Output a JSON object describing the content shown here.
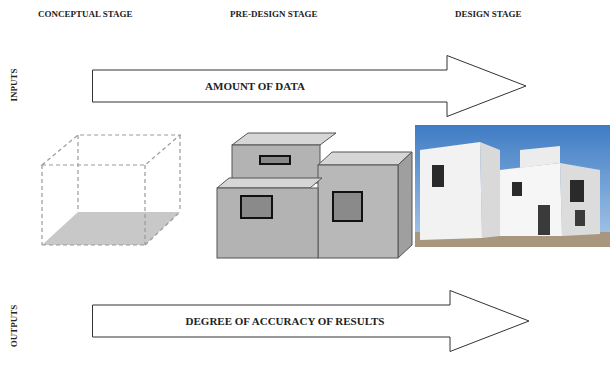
{
  "diagram": {
    "nodes": [
      {
        "text": [
          "AMOUNT OF DATA"
        ]
      },
      {
        "text": [
          "DEGREE OF ACCURACY OF RESULTS"
        ]
      }
    ],
    "labels": [
      "CONCEPTUAL STAGE",
      "PRE-DESIGN STAGE",
      "DESIGN STAGE",
      "INPUTS",
      "OUTPUTS"
    ]
  }
}
